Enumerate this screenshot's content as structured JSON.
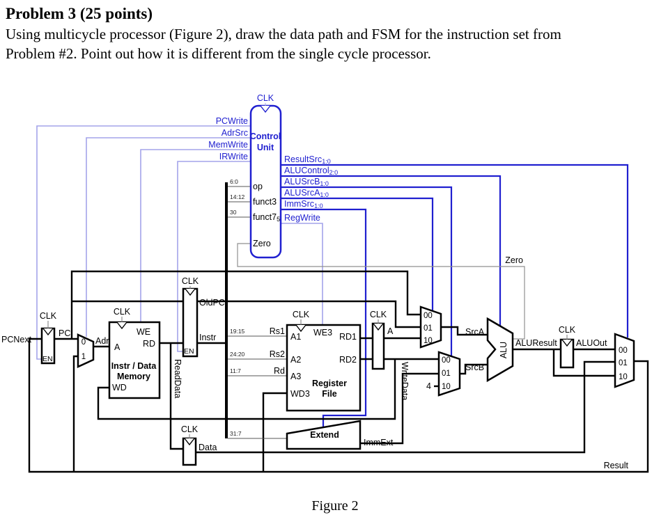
{
  "header": {
    "title": "Problem 3 (25 points)",
    "body_line1": "Using multicycle processor (Figure 2), draw the data path and FSM for the instruction set from",
    "body_line2": "Problem #2. Point out how it is different from the single cycle processor.",
    "caption": "Figure 2"
  },
  "colors": {
    "control_blue": "#2020d0",
    "enable_lavender": "#a3a3ea",
    "wire_black": "#000000",
    "zero_gray": "#8f8f8f"
  },
  "control_unit": {
    "clk": "CLK",
    "name_line1": "Control",
    "name_line2": "Unit",
    "left_outputs": [
      "PCWrite",
      "AdrSrc",
      "MemWrite",
      "IRWrite"
    ],
    "inputs": [
      {
        "bits": "6:0",
        "name": "op",
        "sub": ""
      },
      {
        "bits": "14:12",
        "name": "funct3",
        "sub": ""
      },
      {
        "bits": "30",
        "name": "funct7",
        "sub": "5"
      }
    ],
    "zero_input": "Zero",
    "right_outputs": [
      {
        "name": "ResultSrc",
        "sub": "1:0"
      },
      {
        "name": "ALUControl",
        "sub": "2:0"
      },
      {
        "name": "ALUSrcB",
        "sub": "1:0"
      },
      {
        "name": "ALUSrcA",
        "sub": "1:0"
      },
      {
        "name": "ImmSrc",
        "sub": "1:0"
      },
      {
        "name": "RegWrite",
        "sub": ""
      }
    ]
  },
  "datapath": {
    "clk": "CLK",
    "en": "EN",
    "pcnext": "PCNext",
    "pc": "PC",
    "adr_mux": {
      "in0": "0",
      "in1": "1",
      "label": "Adr"
    },
    "memory": {
      "a": "A",
      "we": "WE",
      "rd": "RD",
      "wd": "WD",
      "name_line1": "Instr / Data",
      "name_line2": "Memory"
    },
    "ir": {
      "oldpc": "OldPC",
      "instr": "Instr"
    },
    "readdata": "ReadData",
    "slices": {
      "op_bits": "6:0",
      "funct3_bits": "14:12",
      "funct7_bits": "30",
      "rs1_bits": "19:15",
      "rs2_bits": "24:20",
      "rd_bits": "11:7",
      "imm_bits": "31:7",
      "rs1": "Rs1",
      "rs2": "Rs2",
      "rd": "Rd"
    },
    "regfile": {
      "a1": "A1",
      "a2": "A2",
      "a3": "A3",
      "wd3": "WD3",
      "we3": "WE3",
      "rd1": "RD1",
      "rd2": "RD2",
      "name_line1": "Register",
      "name_line2": "File"
    },
    "a_reg_out": "A",
    "writedata": "WriteData",
    "srca_mux": {
      "in00": "00",
      "in01": "01",
      "in10": "10"
    },
    "srcb_mux": {
      "in00": "00",
      "in01": "01",
      "in10": "10",
      "const": "4"
    },
    "srca": "SrcA",
    "srcb": "SrcB",
    "alu": "ALU",
    "zero": "Zero",
    "aluresult": "ALUResult",
    "aluout": "ALUOut",
    "result_mux": {
      "in00": "00",
      "in01": "01",
      "in10": "10"
    },
    "result": "Result",
    "extend": {
      "name": "Extend",
      "immext": "ImmExt"
    },
    "data_reg": "Data"
  }
}
